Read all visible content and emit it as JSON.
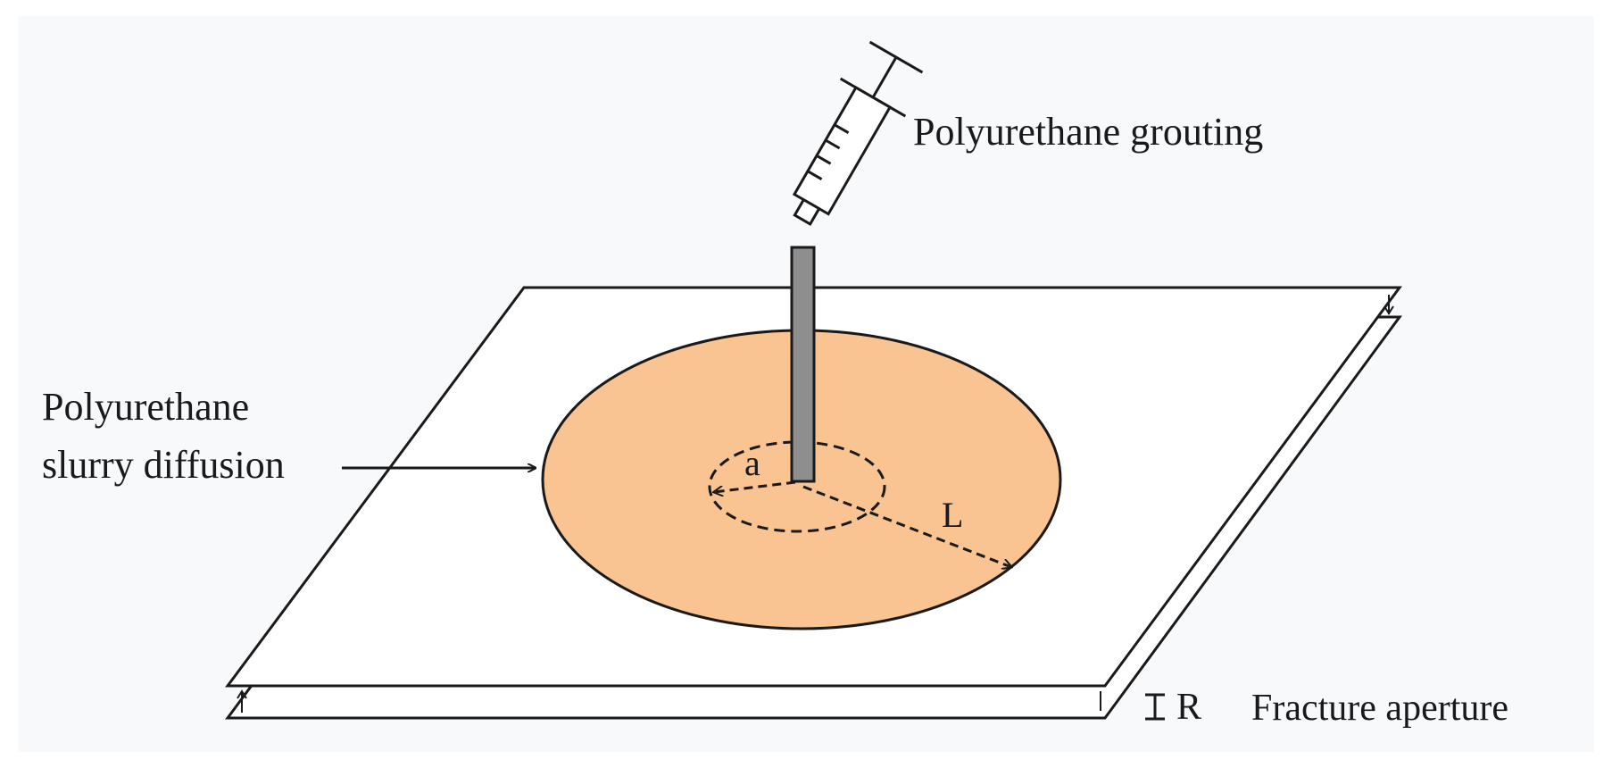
{
  "labels": {
    "grouting": "Polyurethane grouting",
    "diffusion_line1": "Polyurethane",
    "diffusion_line2": "slurry diffusion",
    "inner_radius": "a",
    "outer_radius": "L",
    "aperture_symbol": "R",
    "aperture": "Fracture aperture"
  },
  "colors": {
    "slurry_fill": "#f9c392",
    "grout_pipe": "#8e8e8e",
    "line": "#1a1a1a",
    "background": "#f7f9fb"
  },
  "icons": {
    "syringe": "syringe-icon"
  }
}
